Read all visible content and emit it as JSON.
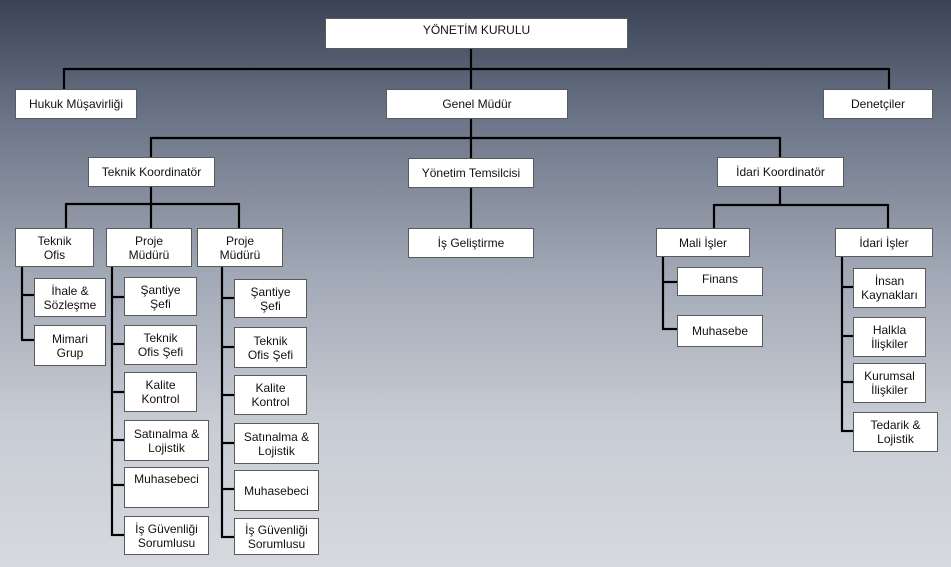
{
  "chart": {
    "board": "YÖNETİM KURULU",
    "legal": "Hukuk Müşavirliği",
    "gm": "Genel Müdür",
    "auditors": "Denetçiler",
    "tech_coord": "Teknik Koordinatör",
    "mgmt_rep": "Yönetim Temsilcisi",
    "admin_coord": "İdari Koordinatör",
    "tech_office": "Teknik\nOfis",
    "project_mgr_1": "Proje\nMüdürü",
    "project_mgr_2": "Proje\nMüdürü",
    "tender": "İhale &\nSözleşme",
    "architect": "Mimari\nGrup",
    "business_dev": "İş Geliştirme",
    "finance_affairs": "Mali İşler",
    "finance": "Finans",
    "accounting": "Muhasebe",
    "admin_affairs": "İdari İşler",
    "hr": "İnsan\nKaynakları",
    "pr": "Halkla\nİlişkiler",
    "corp_rel": "Kurumsal\nİlişkiler",
    "supply": "Tedarik &\nLojistik",
    "pm1_children": [
      "Şantiye\nŞefi",
      "Teknik\nOfis Şefi",
      "Kalite\nKontrol",
      "Satınalma &\nLojistik",
      "Muhasebeci",
      "İş Güvenliği\nSorumlusu"
    ],
    "pm2_children": [
      "Şantiye\nŞefi",
      "Teknik\nOfis Şefi",
      "Kalite\nKontrol",
      "Satınalma &\nLojistik",
      "Muhasebeci",
      "İş Güvenliği\nSorumlusu"
    ]
  }
}
